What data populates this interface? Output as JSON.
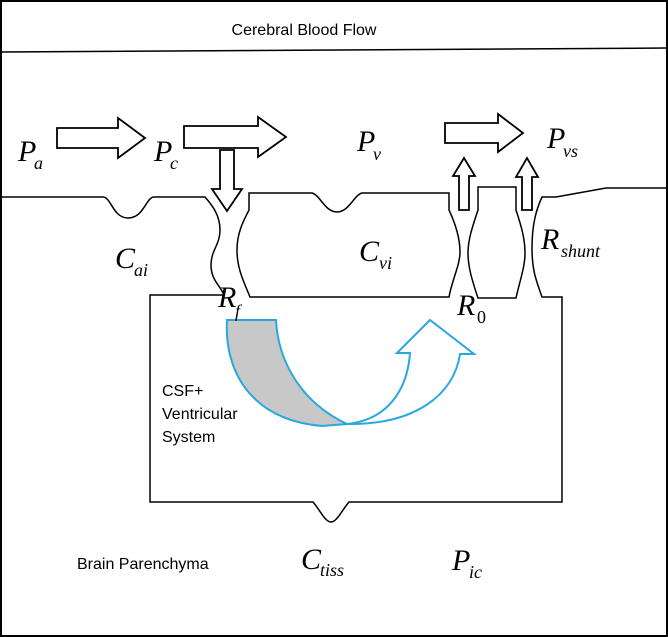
{
  "title": "Cerebral Blood Flow",
  "regions": {
    "csf": [
      "CSF+",
      "Ventricular",
      "System"
    ],
    "parenchyma": "Brain Parenchyma"
  },
  "symbols": {
    "pa": {
      "base": "P",
      "sub": "a"
    },
    "pc": {
      "base": "P",
      "sub": "c"
    },
    "pv": {
      "base": "P",
      "sub": "v"
    },
    "pvs": {
      "base": "P",
      "sub": "vs"
    },
    "cai": {
      "base": "C",
      "sub": "ai"
    },
    "cvi": {
      "base": "C",
      "sub": "vi"
    },
    "rshunt": {
      "base": "R",
      "sub": "shunt"
    },
    "rf": {
      "base": "R",
      "sub": "f"
    },
    "r0": {
      "base": "R",
      "sub": "0"
    },
    "ctiss": {
      "base": "C",
      "sub": "tiss"
    },
    "pic": {
      "base": "P",
      "sub": "ic"
    }
  },
  "colors": {
    "stroke": "#000000",
    "flow_arrow": "#29a8e0",
    "flow_fill": "#c8c8c8",
    "background": "#ffffff"
  }
}
